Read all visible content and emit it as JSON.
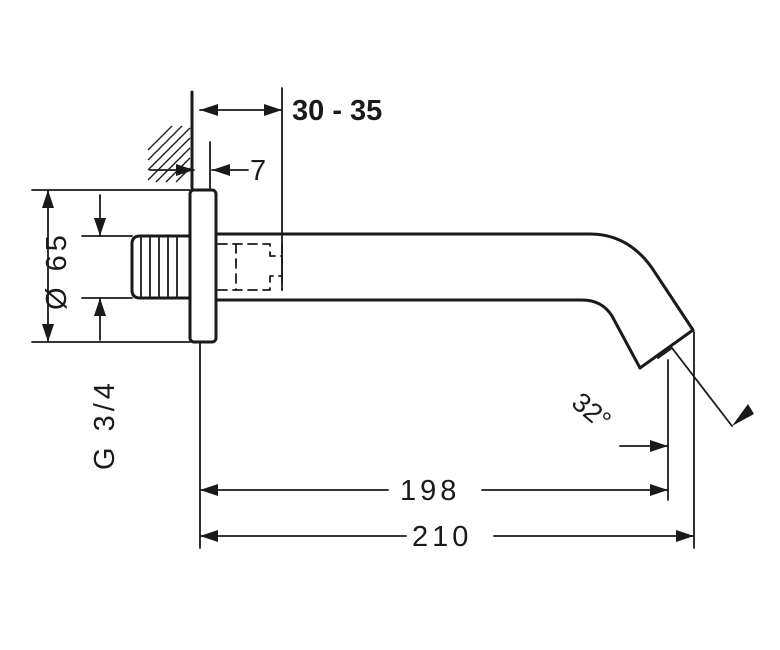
{
  "drawing": {
    "dimensions": {
      "wall_offset": "30 - 35",
      "rosette_depth": "7",
      "rosette_diameter": "Ø 65",
      "thread": "G 3/4",
      "spout_angle": "32°",
      "reach_to_outlet": "198",
      "total_length": "210"
    }
  }
}
